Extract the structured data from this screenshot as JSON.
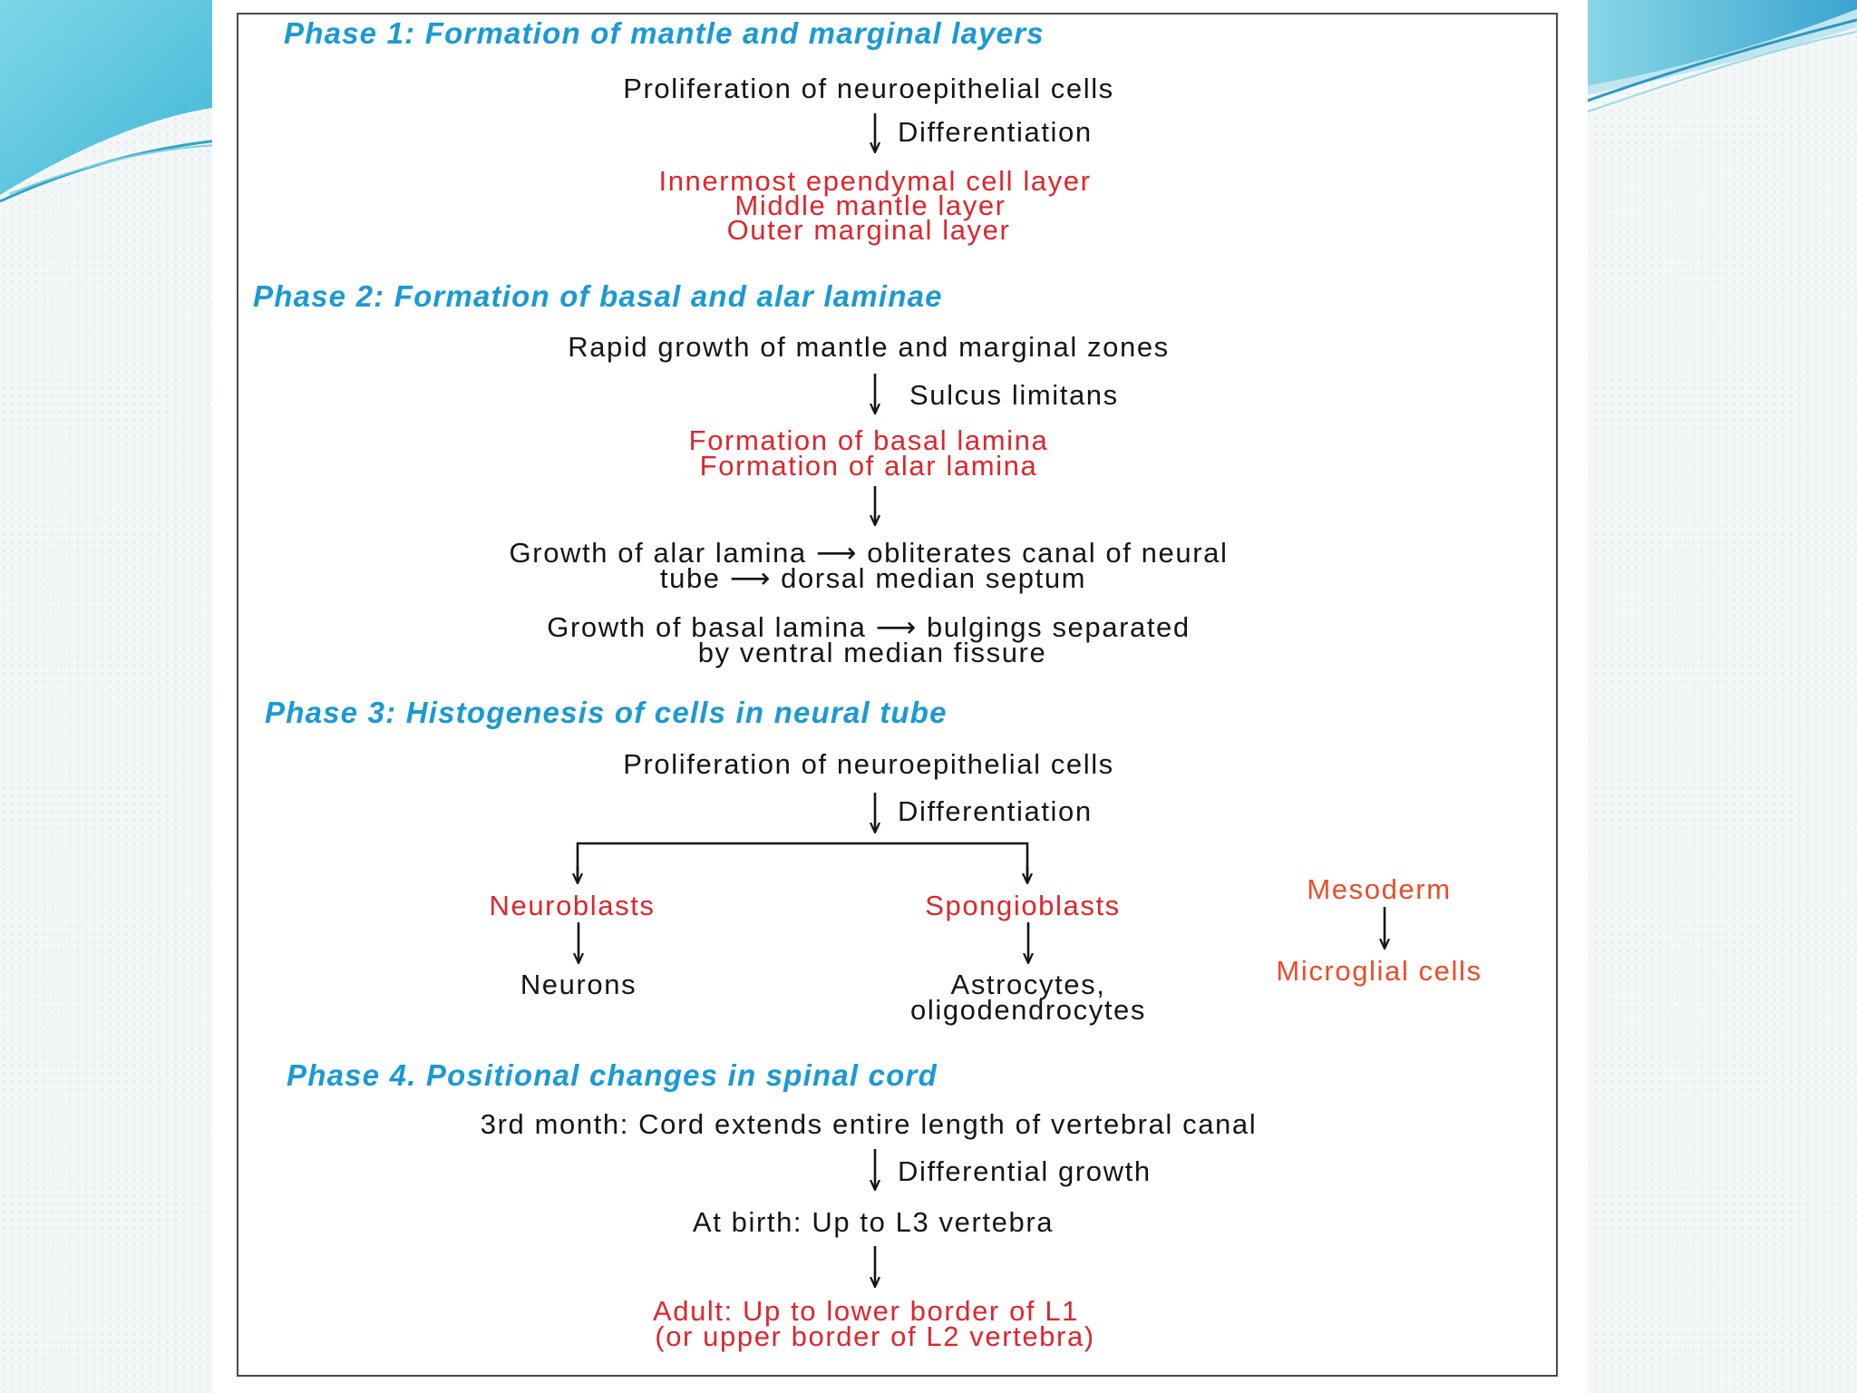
{
  "colors": {
    "phase_heading": "#1a9ad4",
    "emphasis_red": "#e0252b",
    "emphasis_orange": "#ef4a2a",
    "body_text": "#151515",
    "accent_teal": "#2bb8d8"
  },
  "phase1": {
    "title": "Phase 1: Formation of mantle and marginal layers",
    "start": "Proliferation of neuroepithelial cells",
    "arrow_label": "Differentiation",
    "layer1": "Innermost ependymal cell layer",
    "layer2": "Middle mantle layer",
    "layer3": "Outer marginal layer"
  },
  "phase2": {
    "title": "Phase 2: Formation of basal and alar laminae",
    "start": "Rapid growth of mantle and marginal zones",
    "arrow_label": "Sulcus limitans",
    "basal": "Formation of basal lamina",
    "alar": "Formation of alar lamina",
    "alar_growth_1": "Growth of alar lamina ⟶ obliterates canal of neural",
    "alar_growth_2": "tube ⟶ dorsal median septum",
    "basal_growth_1": "Growth of basal lamina ⟶ bulgings separated",
    "basal_growth_2": "by ventral median fissure"
  },
  "phase3": {
    "title": "Phase 3: Histogenesis of cells in neural tube",
    "start": "Proliferation of neuroepithelial cells",
    "arrow_label": "Differentiation",
    "neuroblasts": "Neuroblasts",
    "neurons": "Neurons",
    "spongioblasts": "Spongioblasts",
    "glia_1": "Astrocytes,",
    "glia_2": "oligodendrocytes",
    "mesoderm": "Mesoderm",
    "microglia": "Microglial cells"
  },
  "phase4": {
    "title": "Phase 4. Positional changes in spinal cord",
    "start": "3rd month: Cord extends entire length of vertebral canal",
    "arrow_label": "Differential growth",
    "birth": "At birth: Up to L3 vertebra",
    "adult_1": "Adult: Up to lower border of L1",
    "adult_2": "(or upper border of L2 vertebra)"
  }
}
